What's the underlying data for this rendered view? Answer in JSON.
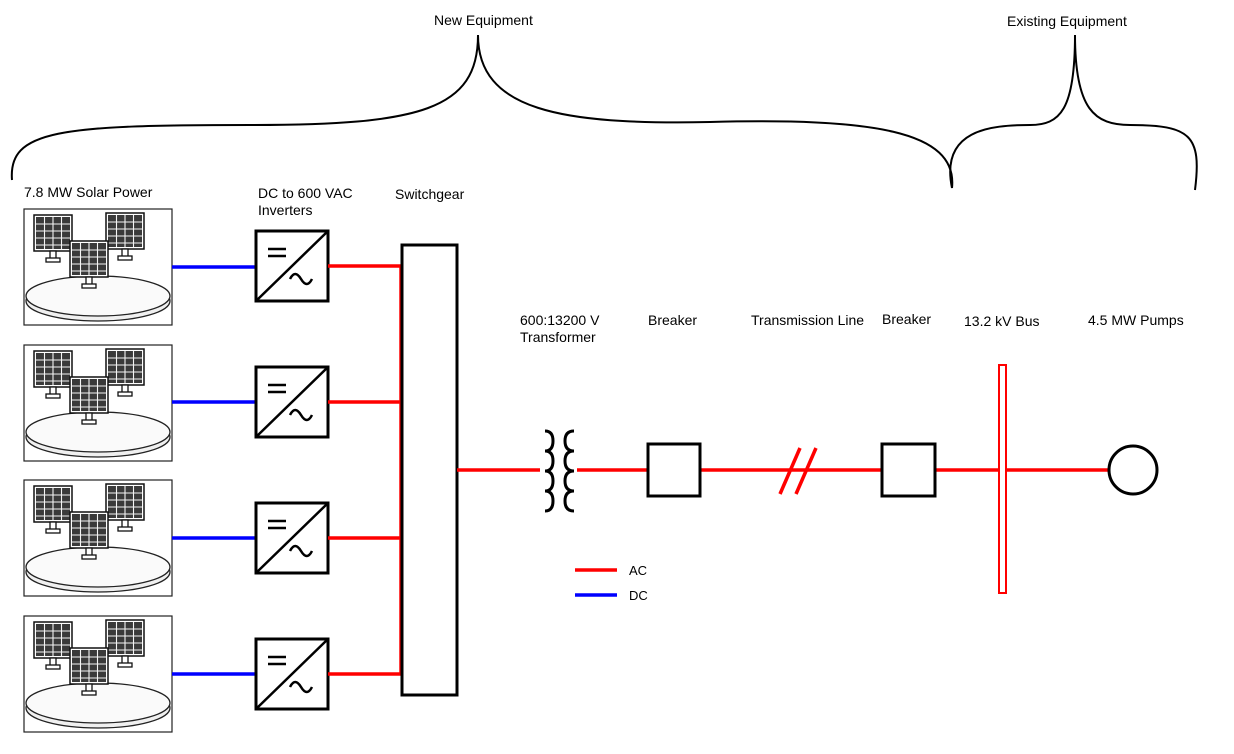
{
  "groups": {
    "new_equipment": "New Equipment",
    "existing_equipment": "Existing Equipment"
  },
  "labels": {
    "solar": "7.8 MW Solar Power",
    "inverters": "DC to 600 VAC Inverters",
    "switchgear": "Switchgear",
    "transformer": "600:13200 V Transformer",
    "breaker_1": "Breaker",
    "transmission_line": "Transmission Line",
    "breaker_2": "Breaker",
    "bus": "13.2 kV Bus",
    "pumps": "4.5 MW Pumps"
  },
  "legend": [
    {
      "label": "AC",
      "color": "#ff0000"
    },
    {
      "label": "DC",
      "color": "#0000ff"
    }
  ],
  "colors": {
    "ac": "#ff0000",
    "dc": "#0000ff",
    "outline": "#000000"
  },
  "icons": {
    "solar": "solar-panel-array-icon",
    "inverter": "dc-ac-inverter-icon",
    "transformer": "transformer-coil-icon",
    "breaker": "circuit-breaker-icon",
    "line_break": "transmission-line-break-icon",
    "motor": "pump-motor-icon"
  }
}
